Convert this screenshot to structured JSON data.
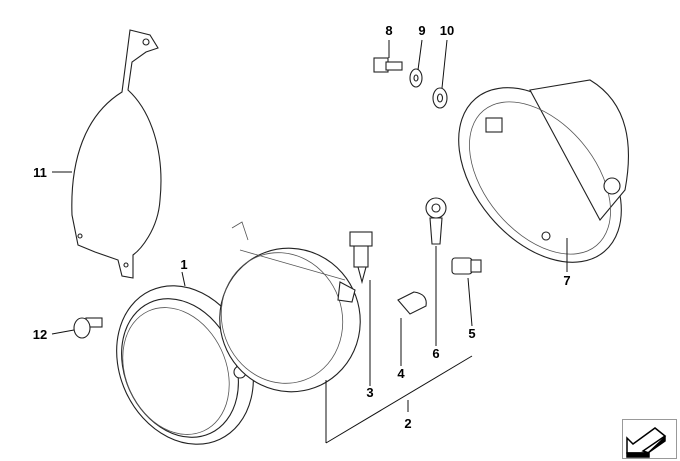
{
  "diagram": {
    "title": "Headlight parts diagram",
    "callouts": [
      {
        "id": "1",
        "text": "1"
      },
      {
        "id": "2",
        "text": "2"
      },
      {
        "id": "3",
        "text": "3"
      },
      {
        "id": "4",
        "text": "4"
      },
      {
        "id": "5",
        "text": "5"
      },
      {
        "id": "6",
        "text": "6"
      },
      {
        "id": "7",
        "text": "7"
      },
      {
        "id": "8",
        "text": "8"
      },
      {
        "id": "9",
        "text": "9"
      },
      {
        "id": "10",
        "text": "10"
      },
      {
        "id": "11",
        "text": "11"
      },
      {
        "id": "12",
        "text": "12"
      }
    ]
  },
  "nav": {
    "icon": "arrow-down-left-icon"
  }
}
